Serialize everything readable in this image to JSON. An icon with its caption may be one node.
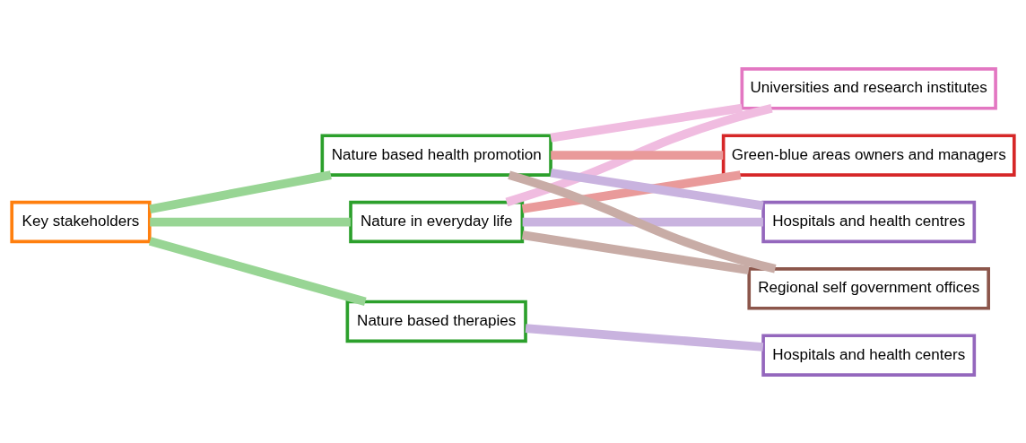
{
  "diagram": {
    "nodes": [
      {
        "text": [
          "Key stakeholders"
        ]
      },
      {
        "text": [
          "Nature in everyday life"
        ]
      },
      {
        "text": [
          "Nature based therapies"
        ]
      },
      {
        "text": [
          "Nature based health promotion"
        ]
      },
      {
        "text": [
          "Green-blue areas owners and managers"
        ]
      },
      {
        "text": [
          "Hospitals and health centres"
        ]
      },
      {
        "text": [
          "Regional self government offices"
        ]
      },
      {
        "text": [
          "Universities and research institutes"
        ]
      },
      {
        "text": [
          "Hospitals and health centers"
        ]
      }
    ],
    "edges": [
      {
        "from": 0,
        "to": 1,
        "arrow": "none",
        "color": "#98d594"
      },
      {
        "from": 0,
        "to": 2,
        "arrow": "none",
        "color": "#98d594"
      },
      {
        "from": 0,
        "to": 3,
        "arrow": "none",
        "color": "#98d594"
      },
      {
        "from": 1,
        "to": 4,
        "arrow": "none",
        "color": "#e99a9a"
      },
      {
        "from": 1,
        "to": 5,
        "arrow": "none",
        "color": "#c9b3df"
      },
      {
        "from": 1,
        "to": 6,
        "arrow": "none",
        "color": "#c8aca6"
      },
      {
        "from": 1,
        "to": 7,
        "arrow": "none",
        "color": "#f0bce0"
      },
      {
        "from": 2,
        "to": 8,
        "arrow": "none",
        "color": "#c9b3df"
      },
      {
        "from": 3,
        "to": 4,
        "arrow": "none",
        "color": "#e99a9a"
      },
      {
        "from": 3,
        "to": 5,
        "arrow": "none",
        "color": "#c9b3df"
      },
      {
        "from": 3,
        "to": 6,
        "arrow": "none",
        "color": "#c8aca6"
      },
      {
        "from": 3,
        "to": 7,
        "arrow": "none",
        "color": "#f0bce0"
      }
    ]
  }
}
